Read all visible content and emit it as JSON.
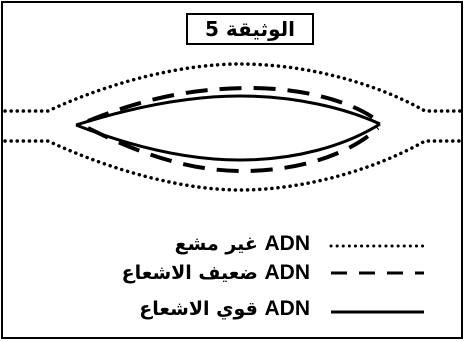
{
  "title": "الوثيقة 5",
  "legend": [
    {
      "term": "ADN",
      "desc": "غير مشع",
      "line_style": "dotted"
    },
    {
      "term": "ADN",
      "desc": "ضعيف الاشعاع",
      "line_style": "dashed"
    },
    {
      "term": "ADN",
      "desc": "قوي الاشعاع",
      "line_style": "solid"
    }
  ],
  "colors": {
    "ink": "#000000",
    "background": "#ffffff"
  }
}
